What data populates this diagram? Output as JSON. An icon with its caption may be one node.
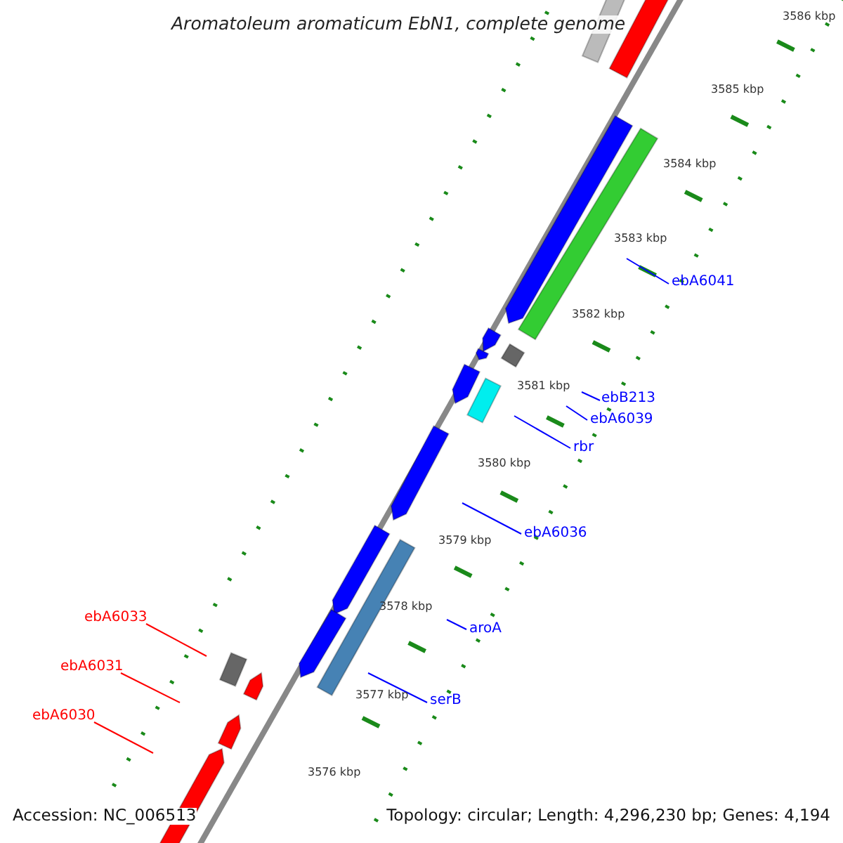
{
  "diagram": {
    "title": "Aromatoleum aromaticum EbN1, complete genome",
    "nodes": [
      {
        "text": [
          "ebA6041"
        ]
      },
      {
        "text": [
          "ebB213"
        ]
      },
      {
        "text": [
          "ebA6039"
        ]
      },
      {
        "text": [
          "rbr"
        ]
      },
      {
        "text": [
          "ebA6036"
        ]
      },
      {
        "text": [
          "aroA"
        ]
      },
      {
        "text": [
          "serB"
        ]
      },
      {
        "text": [
          "ebA6033"
        ]
      },
      {
        "text": [
          "ebA6031"
        ]
      },
      {
        "text": [
          "ebA6030"
        ]
      }
    ],
    "edges": [
      {
        "from": 0,
        "to": null,
        "arrow": "none"
      },
      {
        "from": 1,
        "to": null,
        "arrow": "none"
      },
      {
        "from": 2,
        "to": null,
        "arrow": "none"
      },
      {
        "from": 3,
        "to": null,
        "arrow": "none"
      },
      {
        "from": 4,
        "to": null,
        "arrow": "none"
      },
      {
        "from": 5,
        "to": null,
        "arrow": "none"
      },
      {
        "from": 6,
        "to": null,
        "arrow": "none"
      },
      {
        "from": 7,
        "to": null,
        "arrow": "none",
        "color": "#ff0000"
      },
      {
        "from": 8,
        "to": null,
        "arrow": "none",
        "color": "#ff0000"
      },
      {
        "from": 9,
        "to": null,
        "arrow": "none",
        "color": "#ff0000"
      }
    ],
    "labels": [
      "3586 kbp",
      "3585 kbp",
      "3584 kbp",
      "3583 kbp",
      "3582 kbp",
      "3581 kbp",
      "3580 kbp",
      "3579 kbp",
      "3578 kbp",
      "3577 kbp",
      "3576 kbp",
      "Accession: NC_006513",
      "Topology: circular; Length: 4,296,230 bp; Genes: 4,194"
    ]
  }
}
